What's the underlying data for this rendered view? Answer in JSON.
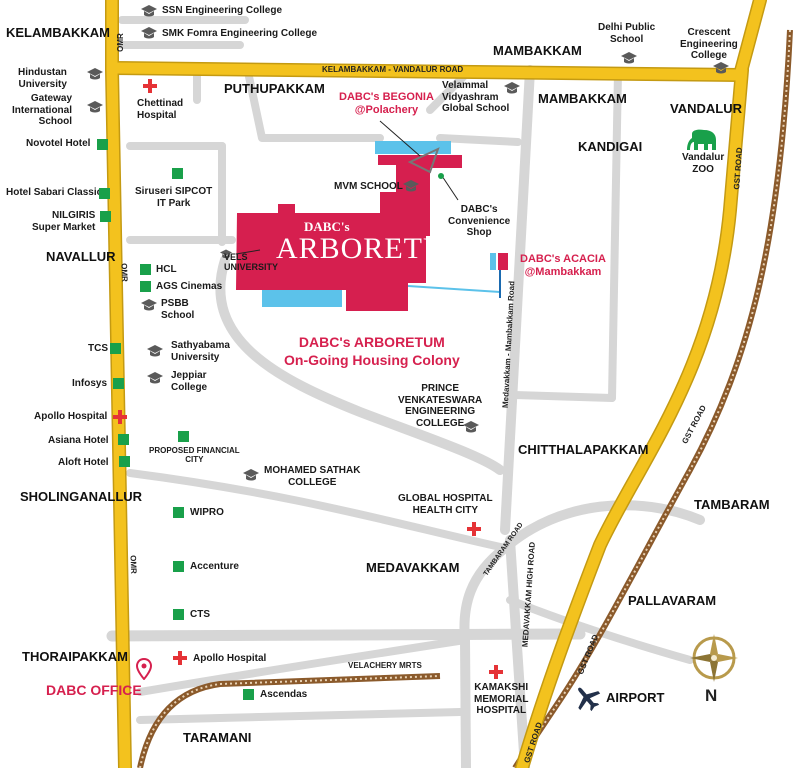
{
  "colors": {
    "main_road": "#f3c21e",
    "main_road_edge": "#c49a12",
    "minor_road": "#d6d6d6",
    "project_fill": "#d61f4f",
    "water": "#5cc2ea",
    "poi_square": "#19a04a",
    "hospital_cross": "#e53236",
    "rail": "#8b5a2b",
    "label_accent": "#d6204e"
  },
  "areas": [
    {
      "id": "kelambakkam",
      "text": "KELAMBAKKAM"
    },
    {
      "id": "mambakkam-top",
      "text": "MAMBAKKAM"
    },
    {
      "id": "puthupakkam",
      "text": "PUTHUPAKKAM"
    },
    {
      "id": "mambakkam",
      "text": "MAMBAKKAM"
    },
    {
      "id": "vandalur",
      "text": "VANDALUR"
    },
    {
      "id": "kandigai",
      "text": "KANDIGAI"
    },
    {
      "id": "navallur",
      "text": "NAVALLUR"
    },
    {
      "id": "chitthalapakkam",
      "text": "CHITTHALAPAKKAM"
    },
    {
      "id": "sholinganallur",
      "text": "SHOLINGANALLUR"
    },
    {
      "id": "tambaram",
      "text": "TAMBARAM"
    },
    {
      "id": "medavakkam",
      "text": "MEDAVAKKAM"
    },
    {
      "id": "pallavaram",
      "text": "PALLAVARAM"
    },
    {
      "id": "thoraipakkam",
      "text": "THORAIPAKKAM"
    },
    {
      "id": "taramani",
      "text": "TARAMANI"
    }
  ],
  "road_labels": [
    {
      "id": "kv-road",
      "text": "KELAMBAKKAM - VANDALUR ROAD"
    },
    {
      "id": "omr-top",
      "text": "OMR"
    },
    {
      "id": "omr-mid",
      "text": "OMR"
    },
    {
      "id": "omr-bottom",
      "text": "OMR"
    },
    {
      "id": "gst-top",
      "text": "GST ROAD"
    },
    {
      "id": "gst-mid",
      "text": "GST ROAD"
    },
    {
      "id": "gst-lower",
      "text": "GST ROAD"
    },
    {
      "id": "gst-bottom",
      "text": "GST ROAD"
    },
    {
      "id": "medavakkam-mambakkam-road",
      "text": "Medavakkam - Mambakkam Road"
    },
    {
      "id": "tambaram-road",
      "text": "TAMBARAM ROAD"
    },
    {
      "id": "medavakkam-high-road",
      "text": "MEDAVAKKAM HIGH ROAD"
    },
    {
      "id": "velachery-mrts",
      "text": "VELACHERY MRTS"
    }
  ],
  "colleges": [
    {
      "id": "ssn",
      "text": "SSN Engineering College"
    },
    {
      "id": "smk",
      "text": "SMK Fomra Engineering College"
    },
    {
      "id": "hindustan",
      "text": "Hindustan\nUniversity"
    },
    {
      "id": "gateway",
      "text": "Gateway\nInternational\nSchool"
    },
    {
      "id": "dps",
      "text": "Delhi Public\nSchool"
    },
    {
      "id": "crescent",
      "text": "Crescent\nEngineering\nCollege"
    },
    {
      "id": "velammal",
      "text": "Velammal\nVidyashram\nGlobal School"
    },
    {
      "id": "mvm",
      "text": "MVM SCHOOL"
    },
    {
      "id": "vels",
      "text": "VELS\nUNIVERSITY"
    },
    {
      "id": "psbb",
      "text": "PSBB\nSchool"
    },
    {
      "id": "sathyabama",
      "text": "Sathyabama\nUniversity"
    },
    {
      "id": "jeppiar",
      "text": "Jeppiar\nCollege"
    },
    {
      "id": "prince",
      "text": "PRINCE\nVENKATESWARA\nENGINEERING\nCOLLEGE"
    },
    {
      "id": "mohamed",
      "text": "MOHAMED SATHAK\nCOLLEGE"
    }
  ],
  "landmarks": [
    {
      "id": "novotel",
      "text": "Novotel Hotel"
    },
    {
      "id": "sabari",
      "text": "Hotel Sabari Classic"
    },
    {
      "id": "nilgiris",
      "text": "NILGIRIS\nSuper Market"
    },
    {
      "id": "sipcot",
      "text": "Siruseri SIPCOT\nIT Park"
    },
    {
      "id": "hcl",
      "text": "HCL"
    },
    {
      "id": "ags",
      "text": "AGS Cinemas"
    },
    {
      "id": "tcs",
      "text": "TCS"
    },
    {
      "id": "infosys",
      "text": "Infosys"
    },
    {
      "id": "asiana",
      "text": "Asiana Hotel"
    },
    {
      "id": "aloft",
      "text": "Aloft Hotel"
    },
    {
      "id": "financial",
      "text": "PROPOSED FINANCIAL\nCITY"
    },
    {
      "id": "wipro",
      "text": "WIPRO"
    },
    {
      "id": "accenture",
      "text": "Accenture"
    },
    {
      "id": "cts",
      "text": "CTS"
    },
    {
      "id": "ascendas",
      "text": "Ascendas"
    },
    {
      "id": "vandalur-zoo",
      "text": "Vandalur\nZOO"
    },
    {
      "id": "airport",
      "text": "AIRPORT"
    },
    {
      "id": "convenience",
      "text": "DABC's\nConvenience\nShop"
    }
  ],
  "hospitals": [
    {
      "id": "chettinad",
      "text": "Chettinad\nHospital"
    },
    {
      "id": "apollo-omr",
      "text": "Apollo Hospital"
    },
    {
      "id": "global",
      "text": "GLOBAL HOSPITAL\nHEALTH CITY"
    },
    {
      "id": "apollo-south",
      "text": "Apollo Hospital"
    },
    {
      "id": "kamakshi",
      "text": "KAMAKSHI\nMEMORIAL\nHOSPITAL"
    }
  ],
  "projects": {
    "begonia": "DABC's BEGONIA\n@Polachery",
    "acacia": "DABC's ACACIA\n@Mambakkam",
    "arboretum_caption": "DABC's ARBORETUM\nOn-Going Housing Colony",
    "logo_small": "DABC's",
    "logo_big": "ARBORETUM"
  },
  "office": "DABC OFFICE",
  "compass_letter": "N"
}
